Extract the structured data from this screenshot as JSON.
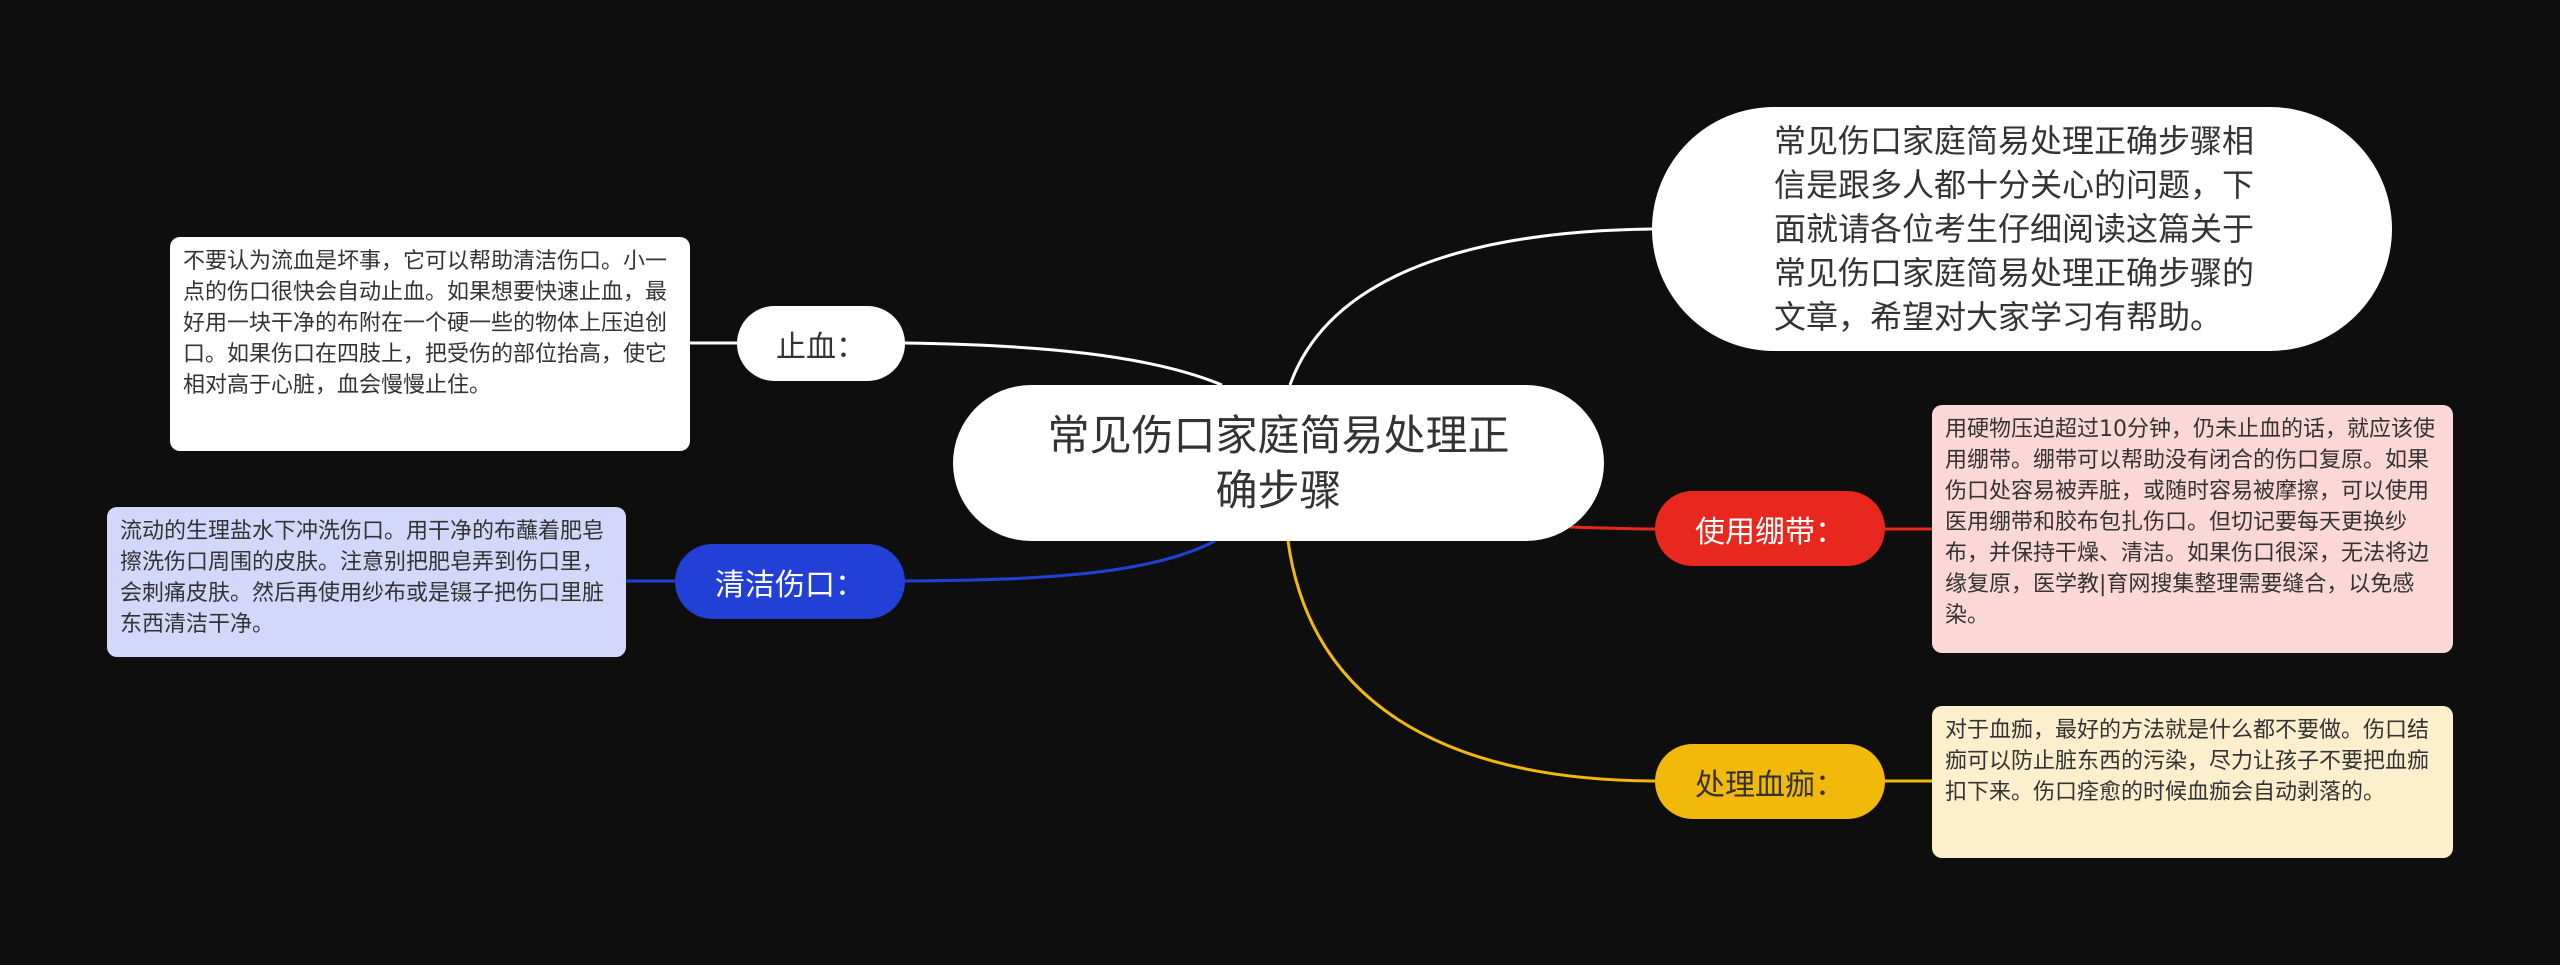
{
  "colors": {
    "background": "#0e0e0e",
    "center": "#ffffff",
    "branch_stop_bleeding": "#ffffff",
    "branch_clean_wound": "#2340d6",
    "branch_bandage": "#e8281e",
    "branch_scab": "#f2b90a"
  },
  "center": {
    "title": "常见伤口家庭简易处理正确步骤"
  },
  "intro": {
    "text": "常见伤口家庭简易处理正确步骤相信是跟多人都十分关心的问题，下面就请各位考生仔细阅读这篇关于常见伤口家庭简易处理正确步骤的文章，希望对大家学习有帮助。"
  },
  "branches": {
    "stop_bleeding": {
      "label": "止血：",
      "detail": "不要认为流血是坏事，它可以帮助清洁伤口。小一点的伤口很快会自动止血。如果想要快速止血，最好用一块干净的布附在一个硬一些的物体上压迫创口。如果伤口在四肢上，把受伤的部位抬高，使它相对高于心脏，血会慢慢止住。"
    },
    "clean_wound": {
      "label": "清洁伤口：",
      "detail": "流动的生理盐水下冲洗伤口。用干净的布蘸着肥皂擦洗伤口周围的皮肤。注意别把肥皂弄到伤口里，会刺痛皮肤。然后再使用纱布或是镊子把伤口里脏东西清洁干净。"
    },
    "bandage": {
      "label": "使用绷带：",
      "detail": "用硬物压迫超过10分钟，仍未止血的话，就应该使用绷带。绷带可以帮助没有闭合的伤口复原。如果伤口处容易被弄脏，或随时容易被摩擦，可以使用医用绷带和胶布包扎伤口。但切记要每天更换纱布，并保持干燥、清洁。如果伤口很深，无法将边缘复原，医学教|育网搜集整理需要缝合，以免感染。"
    },
    "scab": {
      "label": "处理血痂：",
      "detail": "对于血痂，最好的方法就是什么都不要做。伤口结痂可以防止脏东西的污染，尽力让孩子不要把血痂扣下来。伤口痊愈的时候血痂会自动剥落的。"
    }
  }
}
